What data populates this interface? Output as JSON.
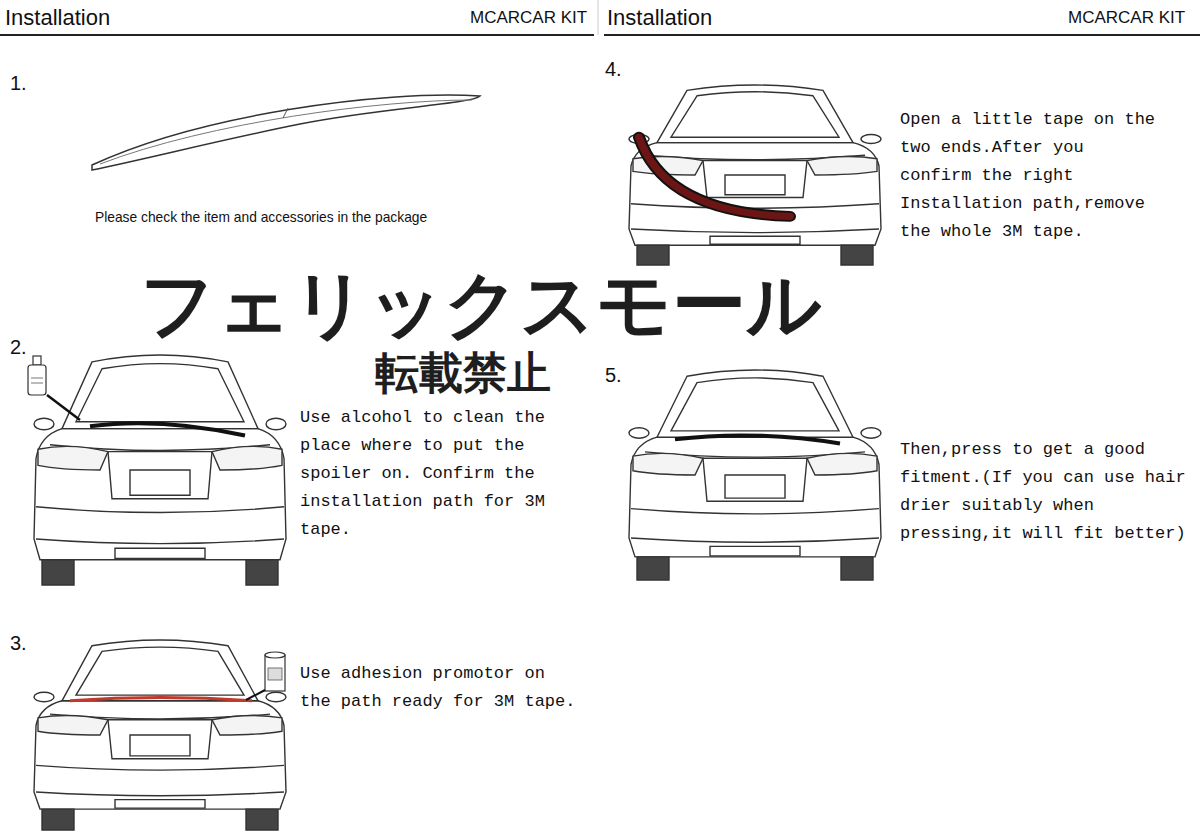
{
  "diagram": {
    "labels": [
      "Installation",
      "MCARCAR KIT",
      "Installation",
      "MCARCAR KIT",
      "1.",
      "Please check the item and accessories in the package",
      "2.",
      "Use alcohol to clean the place where to put the spoiler on. Confirm the installation path for 3M tape.",
      "3.",
      "Use adhesion promotor on the path ready for 3M tape.",
      "4.",
      "Open a little tape on the two ends.After you confirm the right Installation path,remove the whole 3M tape.",
      "5.",
      "Then,press to get a good fitment.(If you can use hair drier suitably when pressing,it will fit better)",
      "フェリックスモール",
      "転載禁止"
    ]
  }
}
